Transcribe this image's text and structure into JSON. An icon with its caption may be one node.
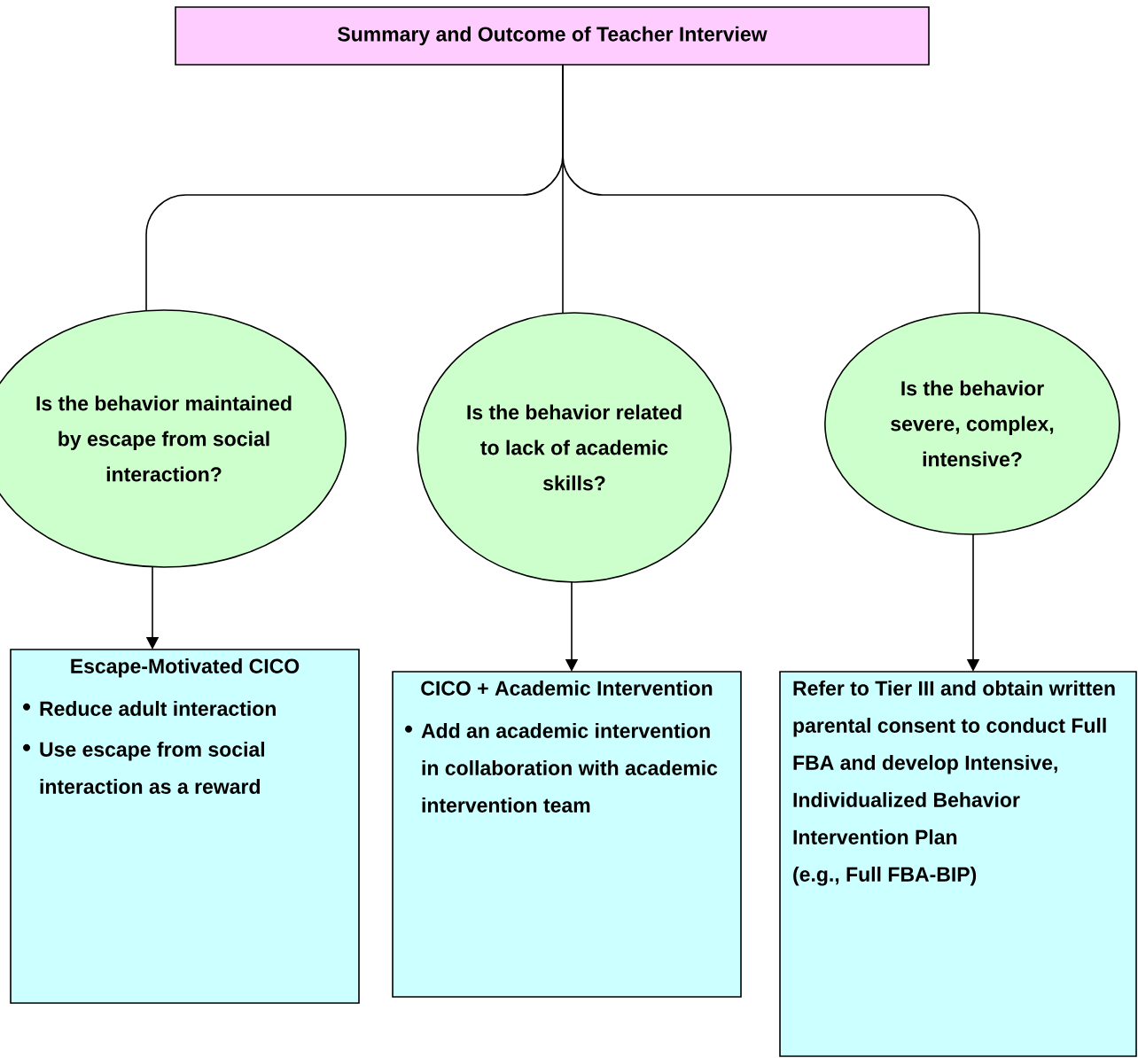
{
  "diagram": {
    "nodes": [
      {
        "text": [
          "Summary and Outcome of Teacher Interview"
        ]
      },
      {
        "text": [
          "Is the behavior maintained by escape from social interaction?"
        ]
      },
      {
        "text": [
          "Is the behavior related to lack of academic skills?"
        ]
      },
      {
        "text": [
          "Is the behavior severe, complex, intensive?"
        ]
      },
      {
        "text": [
          "Escape-Motivated CICO",
          "Reduce adult interaction",
          "Use escape from social interaction as a reward"
        ]
      },
      {
        "text": [
          "CICO + Academic Intervention",
          "Add an academic intervention in collaboration with academic intervention team"
        ]
      },
      {
        "text": [
          "Refer to Tier III and obtain written parental consent to conduct Full FBA and develop Intensive, Individualized Behavior Intervention Plan",
          "(e.g., Full FBA-BIP)"
        ]
      }
    ],
    "edges": [
      {
        "from": 0,
        "to": 1,
        "arrow": "none"
      },
      {
        "from": 0,
        "to": 2,
        "arrow": "none"
      },
      {
        "from": 0,
        "to": 3,
        "arrow": "none"
      },
      {
        "from": 1,
        "to": 4,
        "arrow": "to"
      },
      {
        "from": 2,
        "to": 5,
        "arrow": "to"
      },
      {
        "from": 3,
        "to": 6,
        "arrow": "to"
      }
    ]
  }
}
